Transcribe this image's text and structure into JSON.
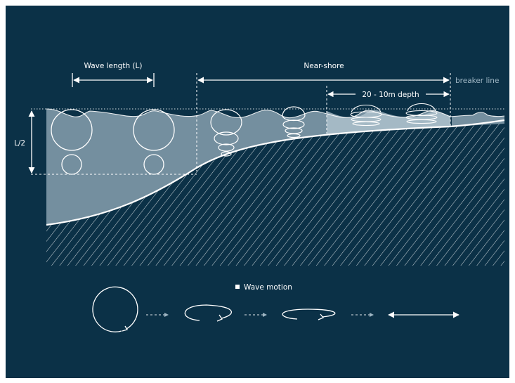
{
  "labels": {
    "wave_length": "Wave length (L)",
    "near_shore": "Near-shore",
    "breaker_line": "breaker line",
    "depth": "20 - 10m depth",
    "half_length": "L/2",
    "wave_motion": "Wave motion"
  },
  "colors": {
    "background": "#0b3147",
    "water": "#7f9aa9",
    "water_shallow": "#b4c7d1",
    "lines": "#ffffff",
    "dim_text": "#9fb6c4"
  },
  "icons": {
    "bullet": "square-bullet-icon",
    "motion": [
      "circular-orbit-icon",
      "elliptical-orbit-icon",
      "flat-elliptical-orbit-icon",
      "back-and-forth-arrow-icon"
    ]
  }
}
